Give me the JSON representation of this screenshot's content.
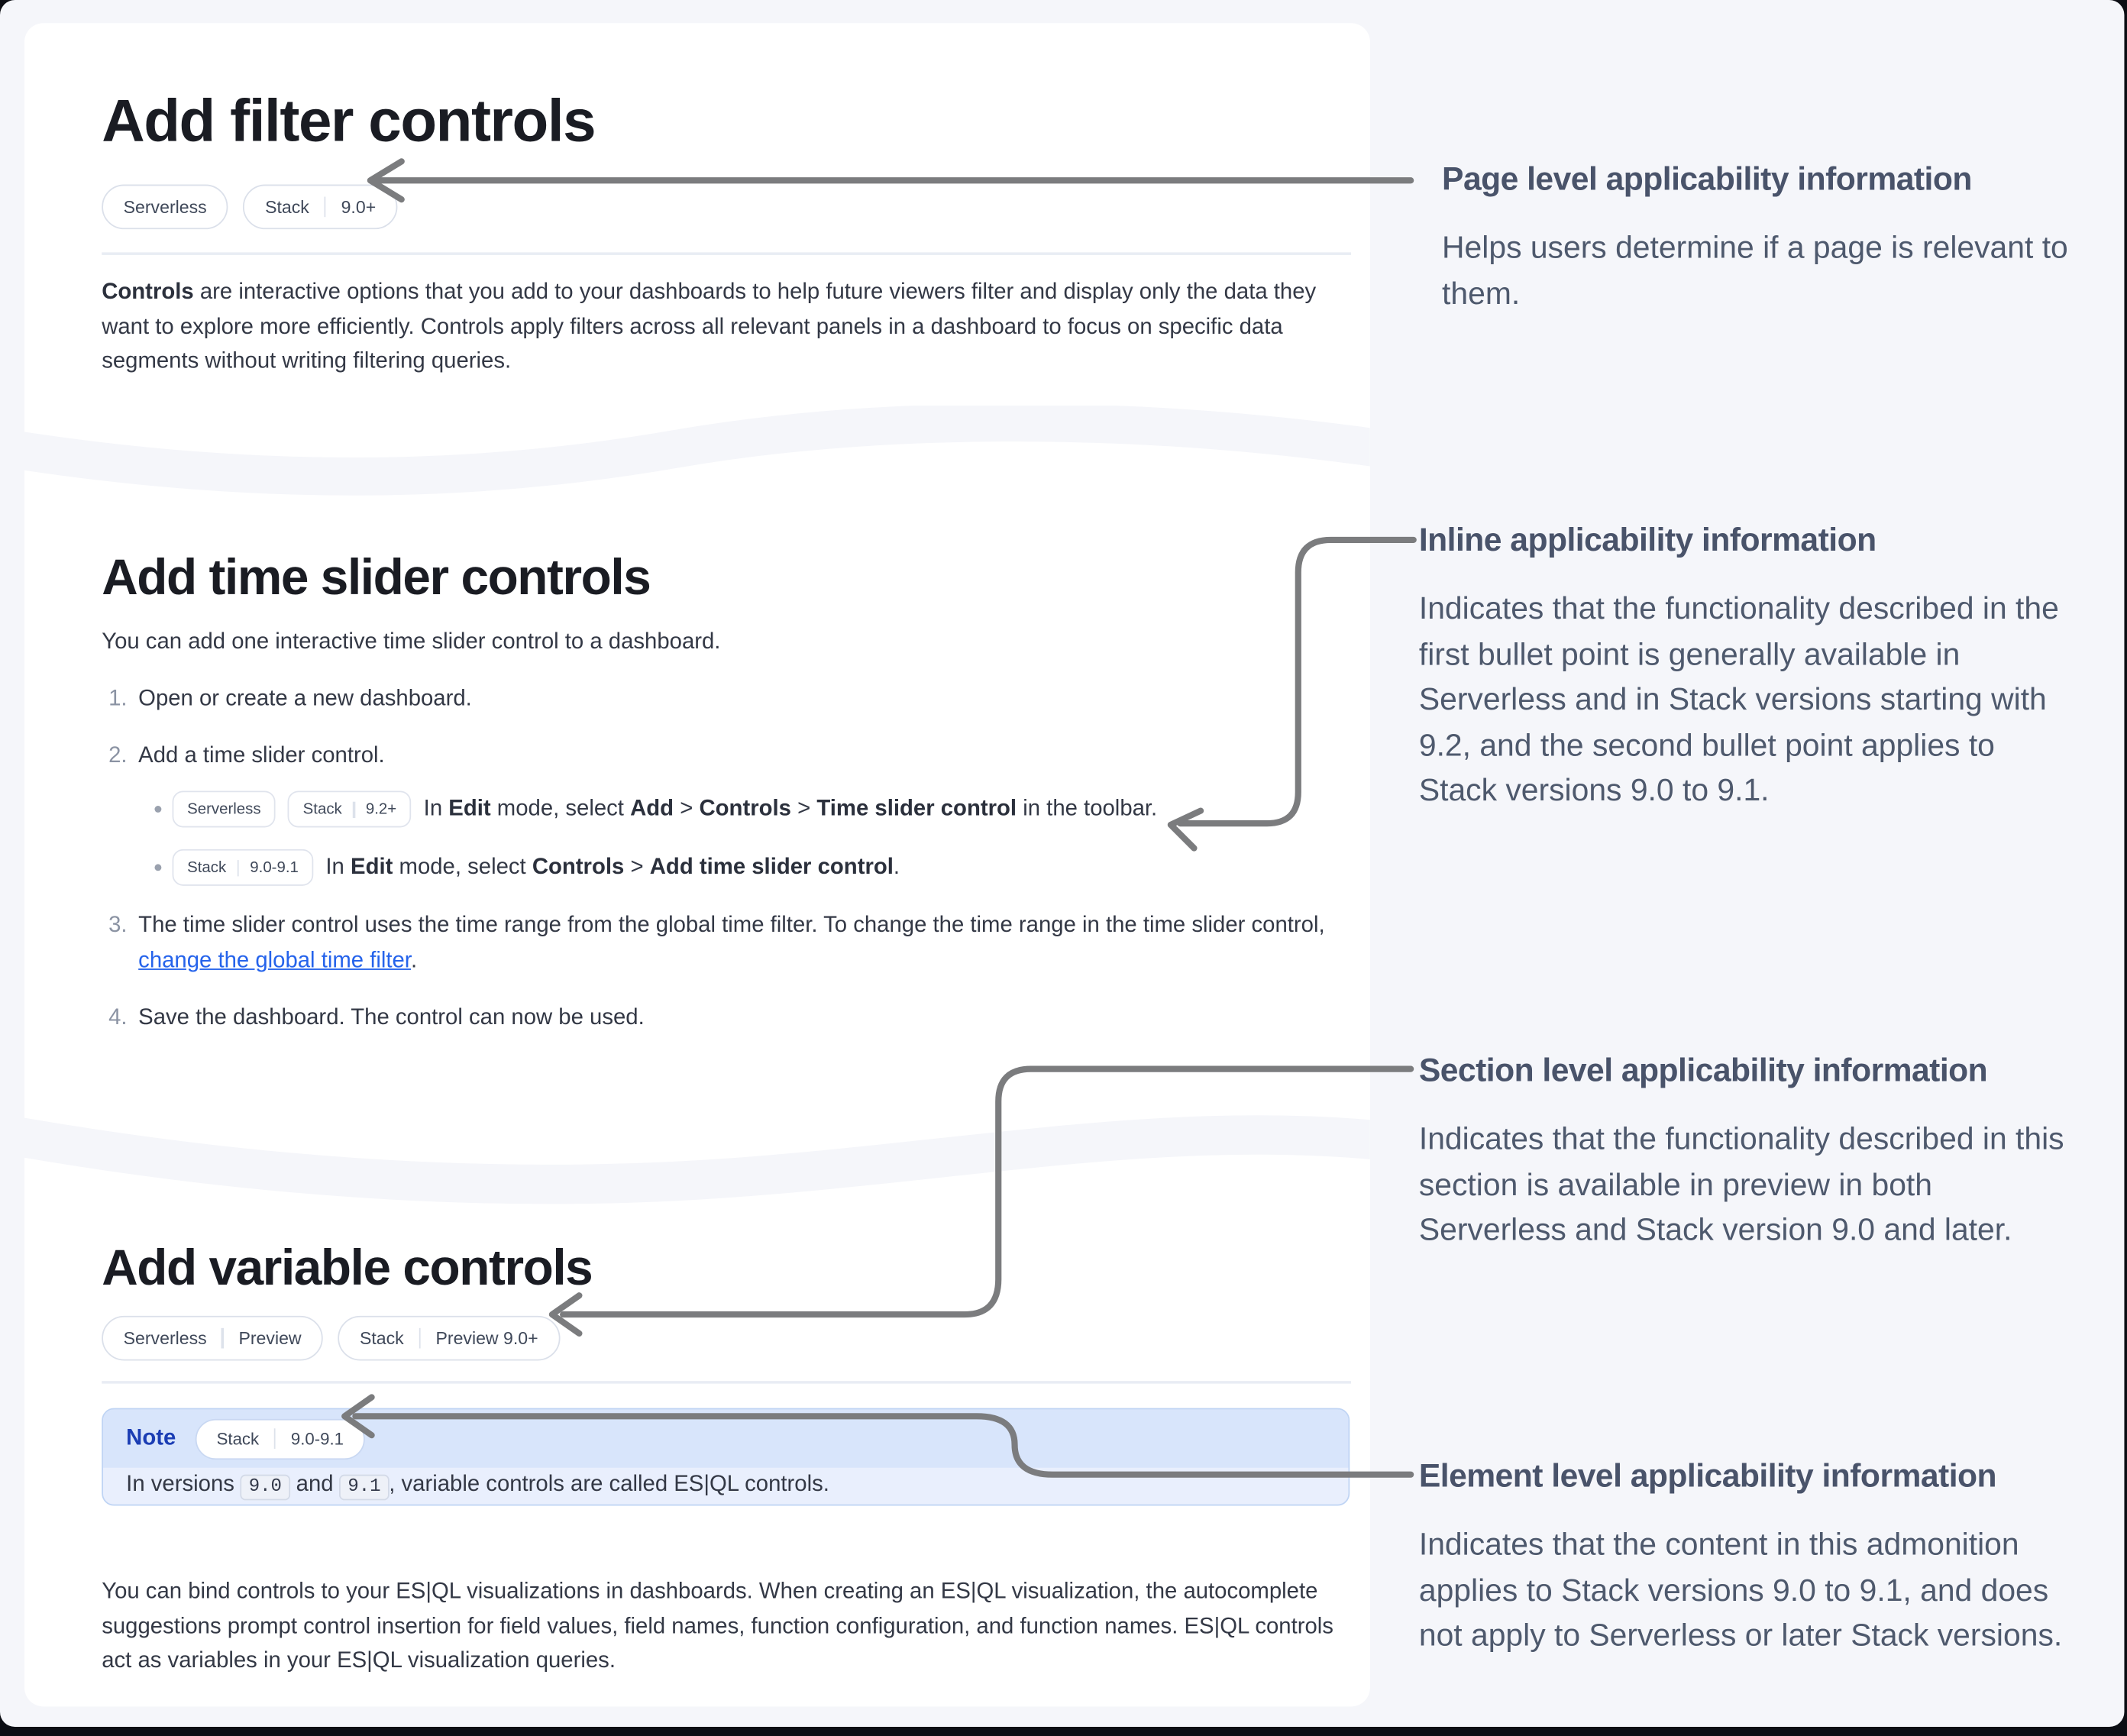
{
  "theme": {
    "page_bg": "#f5f6fa",
    "card_bg": "#ffffff",
    "outer_edge": "#0c0e14",
    "arrow_color": "#7b7c7e",
    "note_header_bg": "#d8e5fb",
    "note_body_bg": "#e9effd",
    "note_label_color": "#1b3db4",
    "link_color": "#2563eb"
  },
  "sections": [
    {
      "title": "Add filter controls",
      "badges": [
        {
          "segments": [
            "Serverless"
          ]
        },
        {
          "segments": [
            "Stack",
            "9.0+"
          ]
        }
      ],
      "paragraph": [
        {
          "t": "Controls",
          "b": true
        },
        {
          "t": " are interactive options that you add to your dashboards to help future viewers filter and display only the data they want to explore more efficiently. Controls apply filters across all relevant panels in a dashboard to focus on specific data segments without writing filtering queries."
        }
      ]
    },
    {
      "title": "Add time slider controls",
      "intro": "You can add one interactive time slider control to a dashboard.",
      "steps": [
        {
          "marker": "1.",
          "rich": [
            {
              "t": "Open or create a new dashboard."
            }
          ]
        },
        {
          "marker": "2.",
          "rich": [
            {
              "t": "Add a time slider control."
            }
          ]
        },
        {
          "marker": "3.",
          "rich": [
            {
              "t": "The time slider control uses the time range from the global time filter. To change the time range in the time slider control, "
            },
            {
              "t": "change the global time filter",
              "link": true
            },
            {
              "t": "."
            }
          ]
        },
        {
          "marker": "4.",
          "rich": [
            {
              "t": "Save the dashboard. The control can now be used."
            }
          ]
        }
      ],
      "bullets": [
        {
          "badges": [
            {
              "segments": [
                "Serverless"
              ]
            },
            {
              "segments": [
                "Stack",
                "9.2+"
              ]
            }
          ],
          "rich": [
            {
              "t": "In "
            },
            {
              "t": "Edit",
              "b": true
            },
            {
              "t": " mode, select "
            },
            {
              "t": "Add",
              "b": true
            },
            {
              "t": " > "
            },
            {
              "t": "Controls",
              "b": true
            },
            {
              "t": " > "
            },
            {
              "t": "Time slider control",
              "b": true
            },
            {
              "t": " in the toolbar."
            }
          ]
        },
        {
          "badges": [
            {
              "segments": [
                "Stack",
                "9.0-9.1"
              ]
            }
          ],
          "rich": [
            {
              "t": "In "
            },
            {
              "t": "Edit",
              "b": true
            },
            {
              "t": " mode, select "
            },
            {
              "t": "Controls",
              "b": true
            },
            {
              "t": " > "
            },
            {
              "t": "Add time slider control",
              "b": true
            },
            {
              "t": "."
            }
          ]
        }
      ]
    },
    {
      "title": "Add variable controls",
      "badges": [
        {
          "segments": [
            "Serverless",
            "Preview"
          ]
        },
        {
          "segments": [
            "Stack",
            "Preview 9.0+"
          ]
        }
      ],
      "note": {
        "label": "Note",
        "badge": {
          "segments": [
            "Stack",
            "9.0-9.1"
          ]
        },
        "body": [
          {
            "t": "In versions "
          },
          {
            "t": "9.0",
            "code": true
          },
          {
            "t": " and "
          },
          {
            "t": "9.1",
            "code": true
          },
          {
            "t": ", variable controls are called ES|QL controls."
          }
        ]
      },
      "paragraph": [
        {
          "t": "You can bind controls to your ES|QL visualizations in dashboards. When creating an ES|QL visualization, the autocomplete suggestions prompt control insertion for field values, field names, function configuration, and function names. ES|QL controls act as variables in your ES|QL visualization queries."
        }
      ]
    }
  ],
  "annotations": [
    {
      "title": "Page level applicability information",
      "body": "Helps users determine if a page is relevant to them."
    },
    {
      "title": "Inline applicability information",
      "body": "Indicates that the functionality described in the first bullet point is generally available in Serverless and in Stack versions starting with 9.2, and the second bullet point applies to Stack versions 9.0 to 9.1."
    },
    {
      "title": "Section level applicability information",
      "body": "Indicates that the functionality described in this section is available in preview in both Serverless and Stack version 9.0 and later."
    },
    {
      "title": "Element level applicability information",
      "body": "Indicates that the content in this admonition applies to Stack versions 9.0 to 9.1, and does not apply to Serverless or later Stack versions."
    }
  ]
}
